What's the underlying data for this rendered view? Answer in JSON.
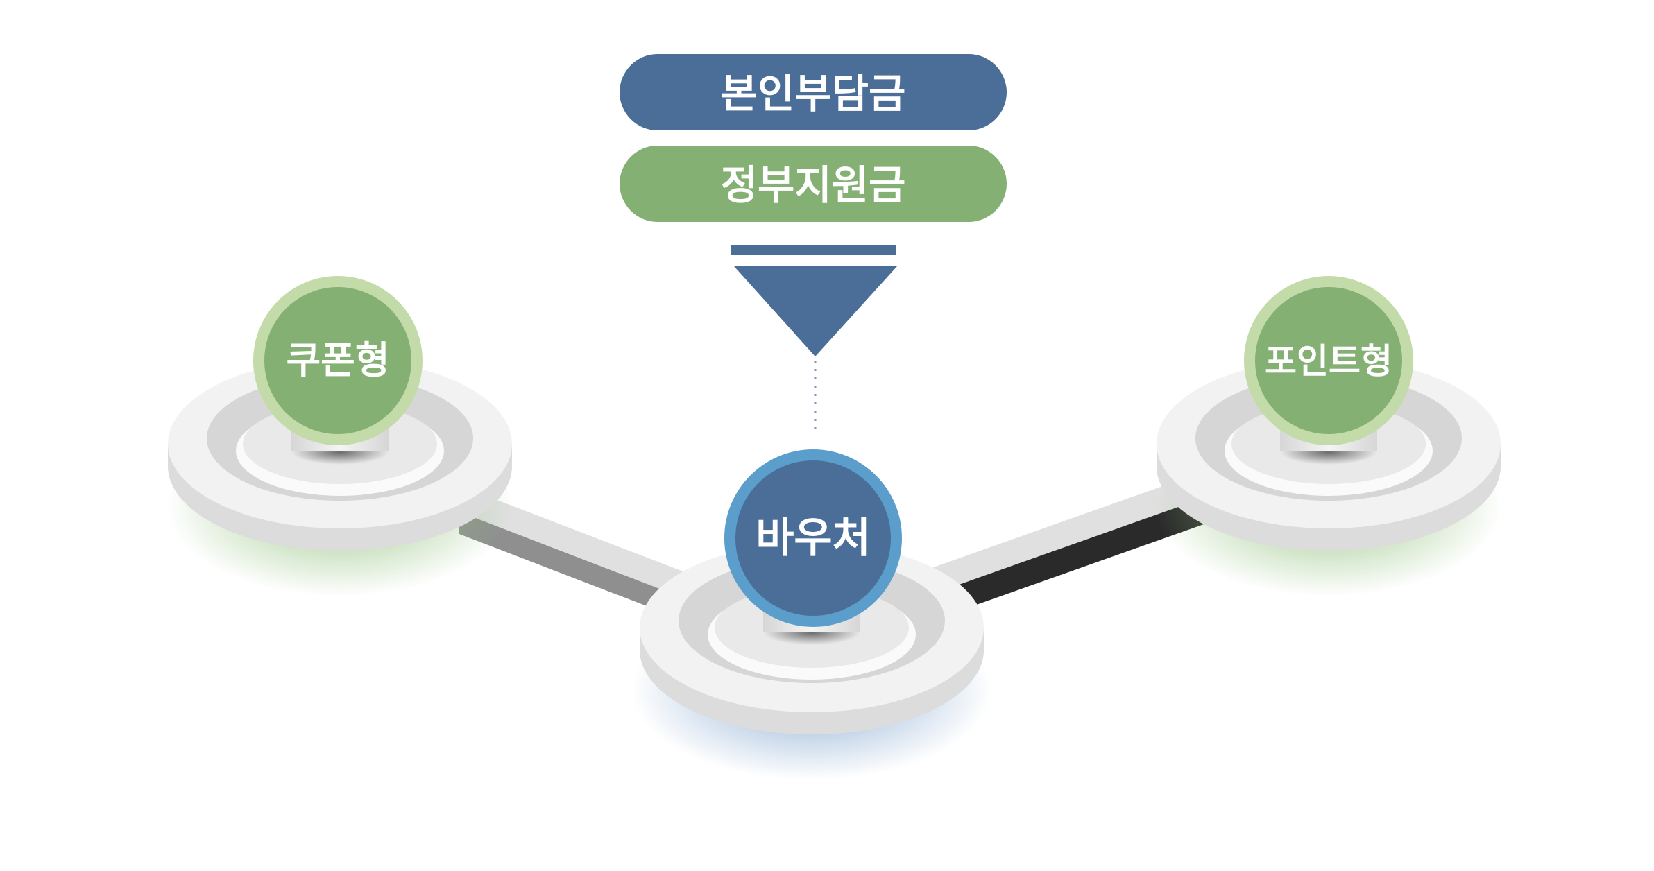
{
  "pills": [
    {
      "label": "본인부담금",
      "color": "#4a6e97"
    },
    {
      "label": "정부지원금",
      "color": "#84b074"
    }
  ],
  "arrow": {
    "color": "#4a6e97"
  },
  "nodes": {
    "left": {
      "label": "쿠폰형",
      "fill": "#84b074",
      "ring": "#c3dba8",
      "glow": "#8fc07a"
    },
    "center": {
      "label": "바우처",
      "fill": "#4a6e97",
      "ring": "#5b9ecb",
      "glow": "#7aa0cc"
    },
    "right": {
      "label": "포인트형",
      "fill": "#84b074",
      "ring": "#c3dba8",
      "glow": "#8fc07a"
    }
  },
  "colors": {
    "platform_top": "#f2f2f2",
    "platform_side": "#dcdcdc",
    "connector_left_side": "#8f8f8f",
    "connector_right_side": "#2a2a2a"
  }
}
